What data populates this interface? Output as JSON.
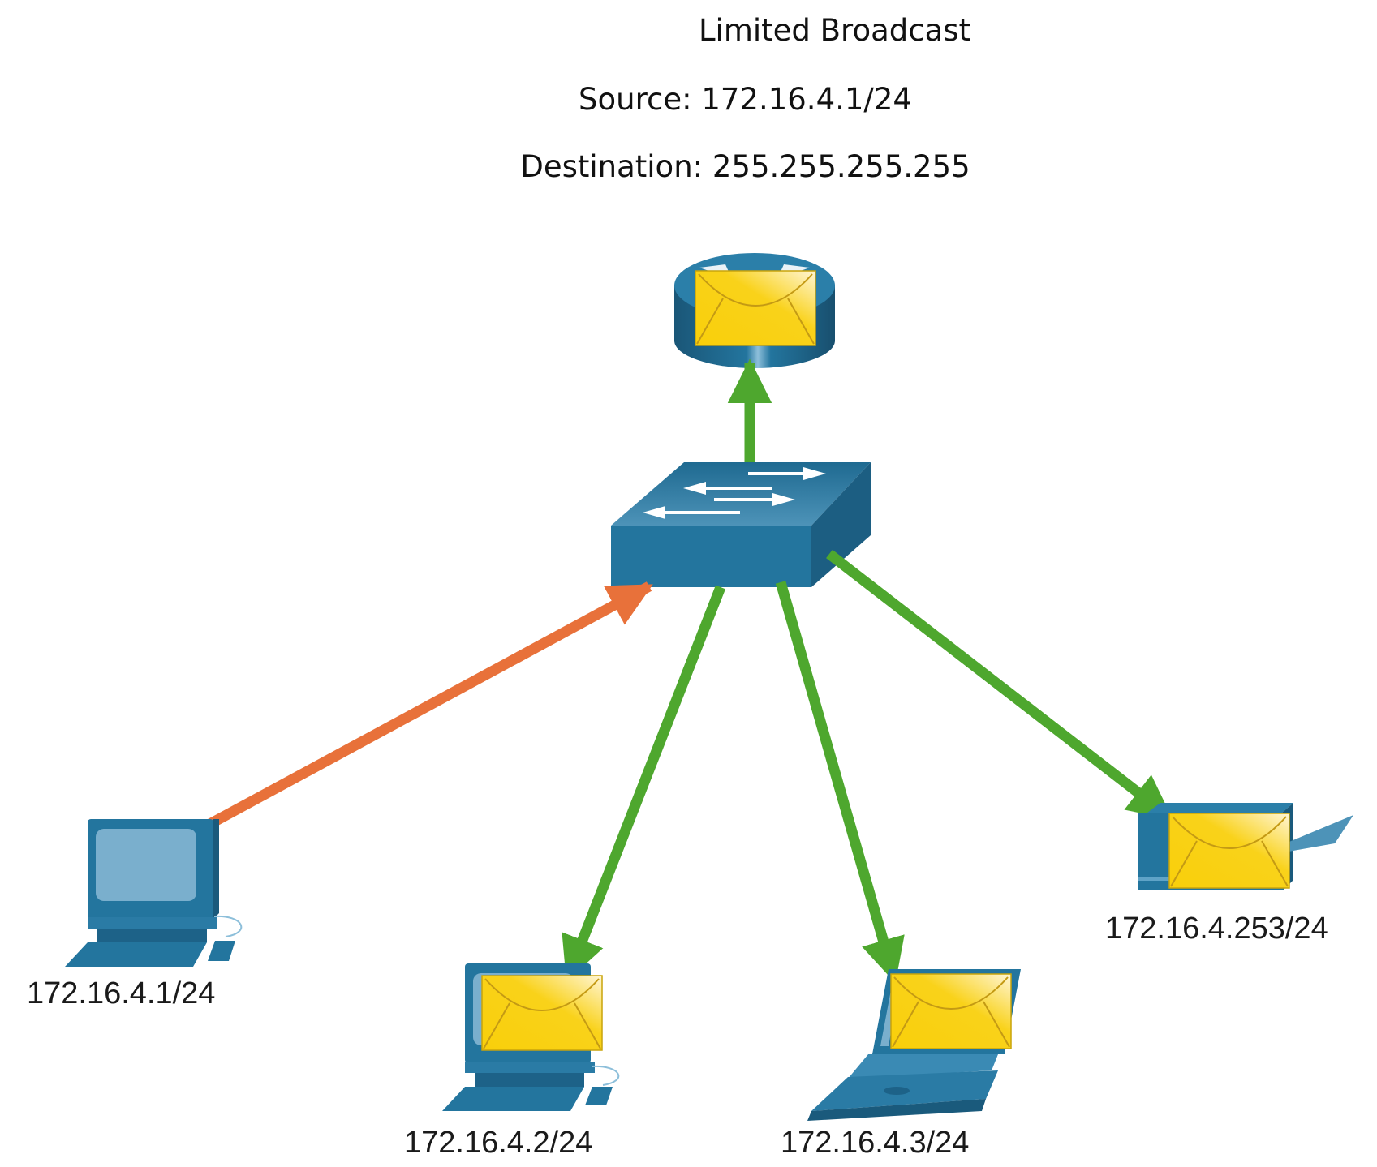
{
  "header": {
    "title": "Limited Broadcast",
    "source_line": "Source: 172.16.4.1/24",
    "destination_line": "Destination: 255.255.255.255"
  },
  "devices": {
    "router": {
      "type": "router",
      "has_packet": true,
      "label": ""
    },
    "switch": {
      "type": "switch",
      "has_packet": false,
      "label": ""
    },
    "pc1": {
      "type": "pc",
      "has_packet": false,
      "label": "172.16.4.1/24"
    },
    "pc2": {
      "type": "pc",
      "has_packet": true,
      "label": "172.16.4.2/24"
    },
    "laptop": {
      "type": "laptop",
      "has_packet": true,
      "label": "172.16.4.3/24"
    },
    "printer": {
      "type": "printer",
      "has_packet": true,
      "label": "172.16.4.253/24"
    }
  },
  "links": [
    {
      "from": "pc1",
      "to": "switch",
      "role": "source",
      "color": "#E8713A"
    },
    {
      "from": "switch",
      "to": "router",
      "role": "broadcast",
      "color": "#4EA72E"
    },
    {
      "from": "switch",
      "to": "pc2",
      "role": "broadcast",
      "color": "#4EA72E"
    },
    {
      "from": "switch",
      "to": "laptop",
      "role": "broadcast",
      "color": "#4EA72E"
    },
    {
      "from": "switch",
      "to": "printer",
      "role": "broadcast",
      "color": "#4EA72E"
    }
  ],
  "colors": {
    "device_blue": "#23759E",
    "device_dark": "#1A5A7C",
    "screen": "#7AAFCD",
    "envelope": "#F9CF0A",
    "source_arrow": "#E8713A",
    "broadcast_arrow": "#4EA72E"
  }
}
